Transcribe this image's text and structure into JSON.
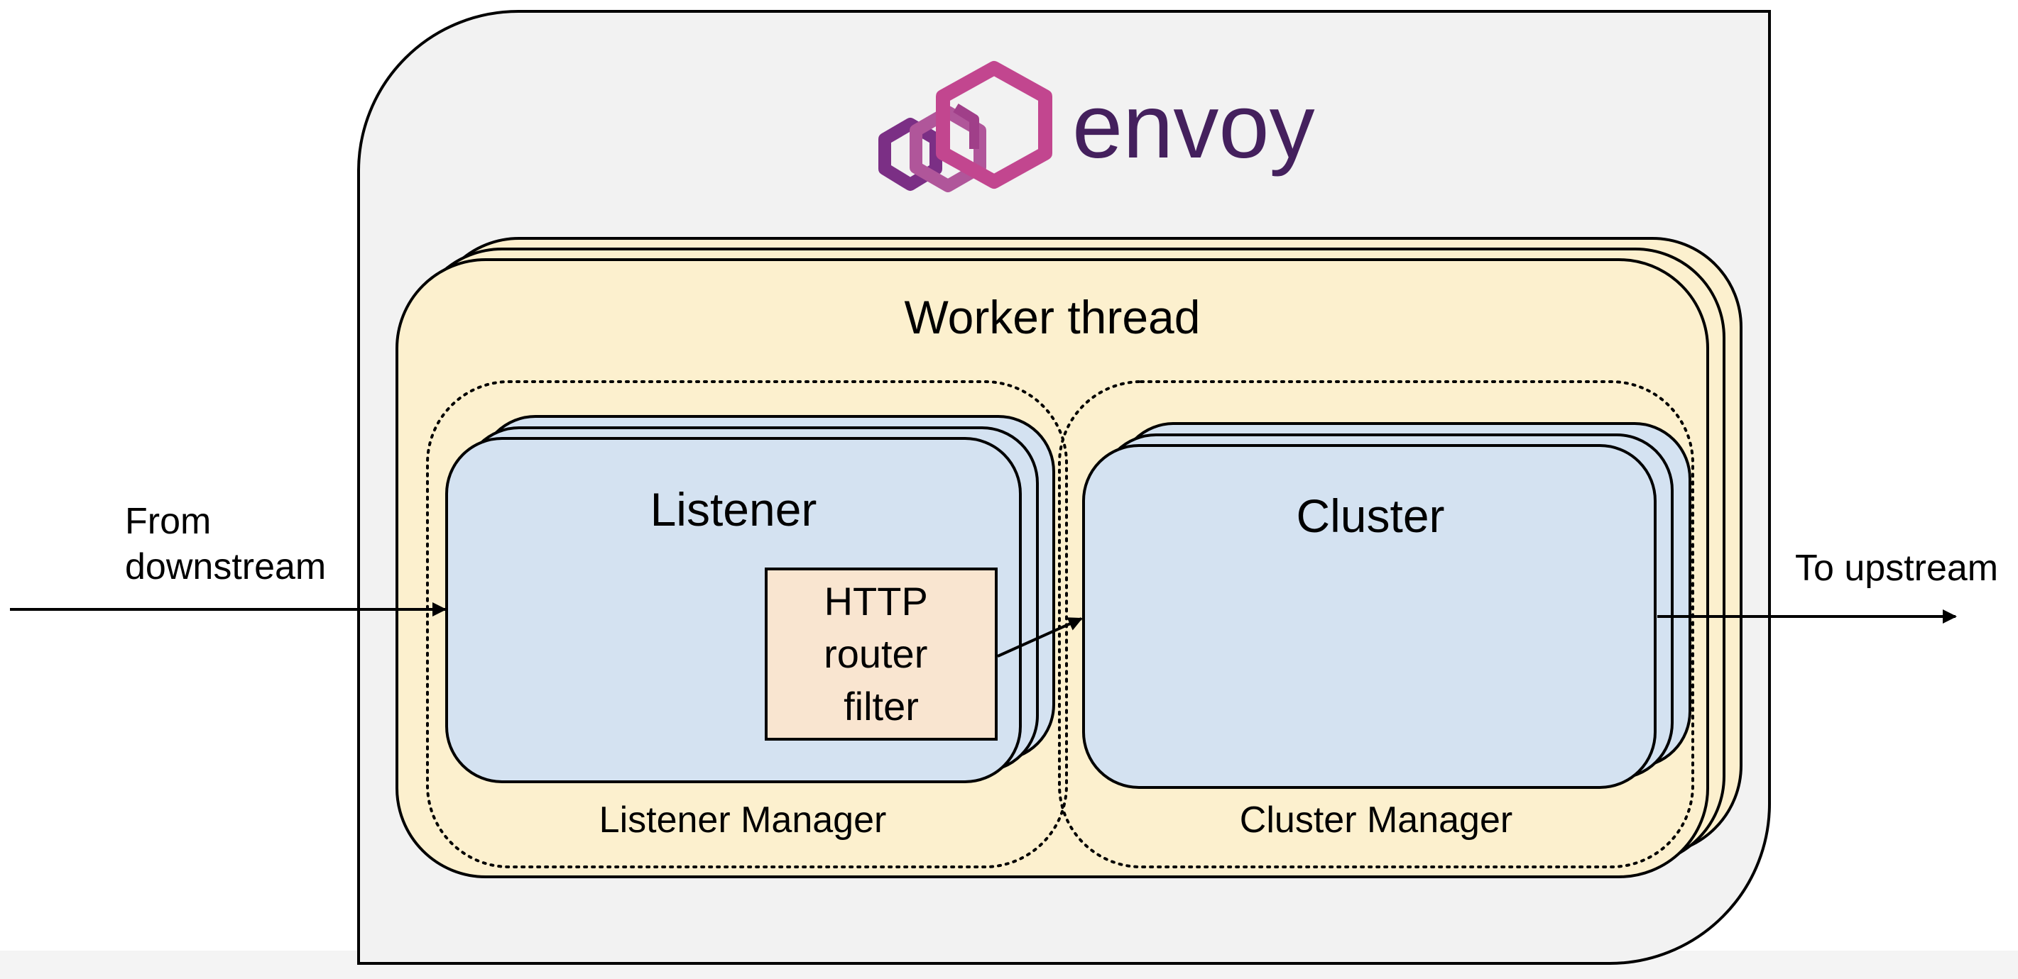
{
  "logo": {
    "text": "envoy",
    "text_color": "#44205d",
    "mark_colors": [
      "#7b2f85",
      "#b0569a",
      "#c2468f"
    ]
  },
  "worker_thread": {
    "title": "Worker thread"
  },
  "listener": {
    "title": "Listener",
    "manager_label": "Listener Manager",
    "filter_lines": [
      "HTTP",
      "router",
      "filter"
    ]
  },
  "cluster": {
    "title": "Cluster",
    "manager_label": "Cluster Manager"
  },
  "downstream": {
    "lines": [
      "From",
      "downstream"
    ]
  },
  "upstream": {
    "label": "To upstream"
  },
  "colors": {
    "envoy_container": "#f2f2f2",
    "worker_thread_fill": "#fcf0ce",
    "listener_cluster_fill": "#d4e2f1",
    "filter_fill": "#f9e5d0",
    "stroke": "#000000"
  }
}
